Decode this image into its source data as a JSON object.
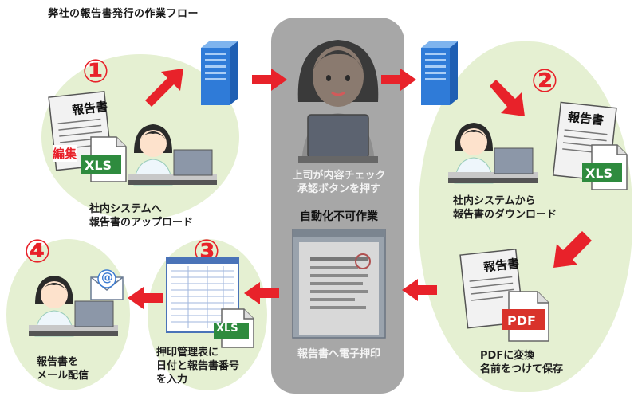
{
  "title": "弊社の報告書発行の作業フロー",
  "steps": {
    "s1": {
      "number": "①",
      "caption_lines": [
        "社内システムへ",
        "報告書のアップロード"
      ],
      "doc_label": "報告書",
      "edit_label": "編集",
      "file_badge": "XLS"
    },
    "s2": {
      "number": "②",
      "caption_lines": [
        "社内システムから",
        "報告書のダウンロード"
      ],
      "doc_label": "報告書",
      "file_badge": "XLS"
    },
    "s2b": {
      "caption_lines": [
        "PDFに変換",
        "名前をつけて保存"
      ],
      "doc_label": "報告書",
      "file_badge": "PDF"
    },
    "s3": {
      "number": "③",
      "caption_lines": [
        "押印管理表に",
        "日付と報告書番号",
        "を入力"
      ],
      "file_badge": "XLS"
    },
    "s4": {
      "number": "④",
      "caption_lines": [
        "報告書を",
        "メール配信"
      ],
      "mail_symbol": "@"
    }
  },
  "center": {
    "approve_lines": [
      "上司が内容チェック",
      "承認ボタンを押す"
    ],
    "manual_label": "自動化不可作業",
    "stamp_caption": "報告書へ電子押印"
  },
  "colors": {
    "arrow": "#e8222a",
    "blob": "#e5f0d2",
    "panel": "#a7a7a7",
    "server": "#2f7bd8",
    "xls": "#2e8b3e",
    "pdf": "#d9332b"
  }
}
